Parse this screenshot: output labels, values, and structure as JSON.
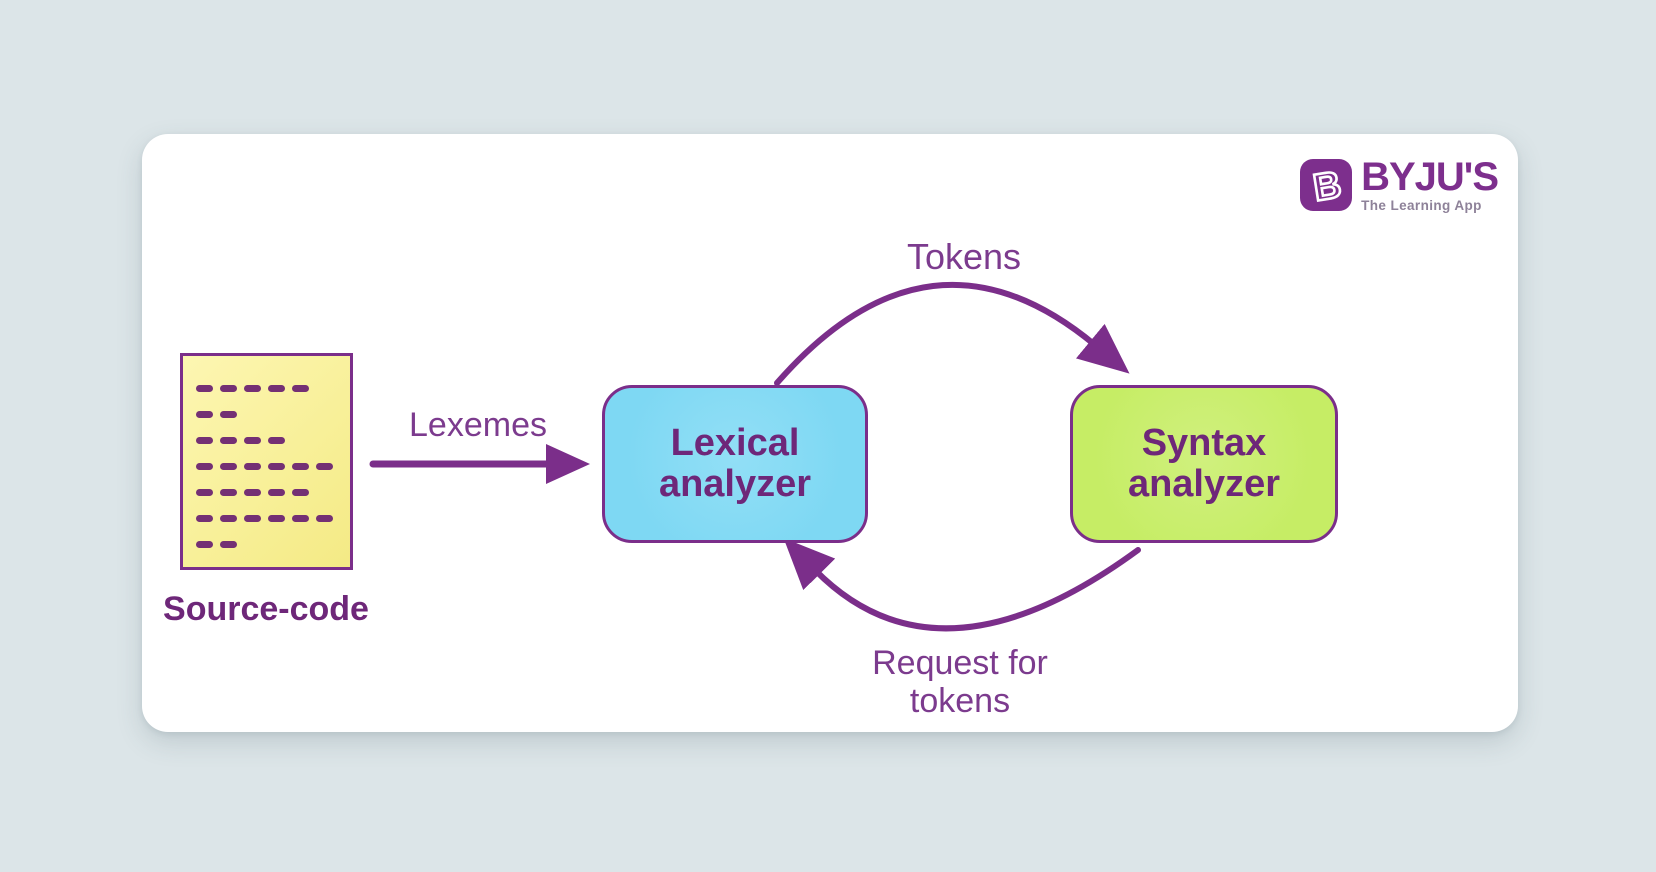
{
  "page": {
    "background_color": "#dce5e8",
    "card_color": "#ffffff"
  },
  "logo": {
    "name": "BYJU'S",
    "tagline": "The Learning App",
    "badge_letter": "B",
    "brand_color": "#7d2f8d",
    "tagline_color": "#8e8299"
  },
  "diagram": {
    "accent_color": "#7b2e8a",
    "node_text_color": "#6e2779",
    "edge_label_color": "#7c3b8e",
    "source_document": {
      "label": "Source-code",
      "fill_color": "#f8f099",
      "dash_rows": [
        5,
        2,
        4,
        6,
        5,
        6,
        2
      ]
    },
    "nodes": [
      {
        "id": "lexical-analyzer",
        "label": "Lexical analyzer",
        "label_lines": [
          "Lexical",
          "analyzer"
        ],
        "fill_color": "#7ed8f3"
      },
      {
        "id": "syntax-analyzer",
        "label": "Syntax analyzer",
        "label_lines": [
          "Syntax",
          "analyzer"
        ],
        "fill_color": "#c6ed65"
      }
    ],
    "edges": [
      {
        "id": "lexemes",
        "label": "Lexemes",
        "from": "source-code",
        "to": "lexical-analyzer"
      },
      {
        "id": "tokens",
        "label": "Tokens",
        "from": "lexical-analyzer",
        "to": "syntax-analyzer"
      },
      {
        "id": "request-for-tokens",
        "label": "Request for tokens",
        "label_lines": [
          "Request for",
          "tokens"
        ],
        "from": "syntax-analyzer",
        "to": "lexical-analyzer"
      }
    ]
  }
}
